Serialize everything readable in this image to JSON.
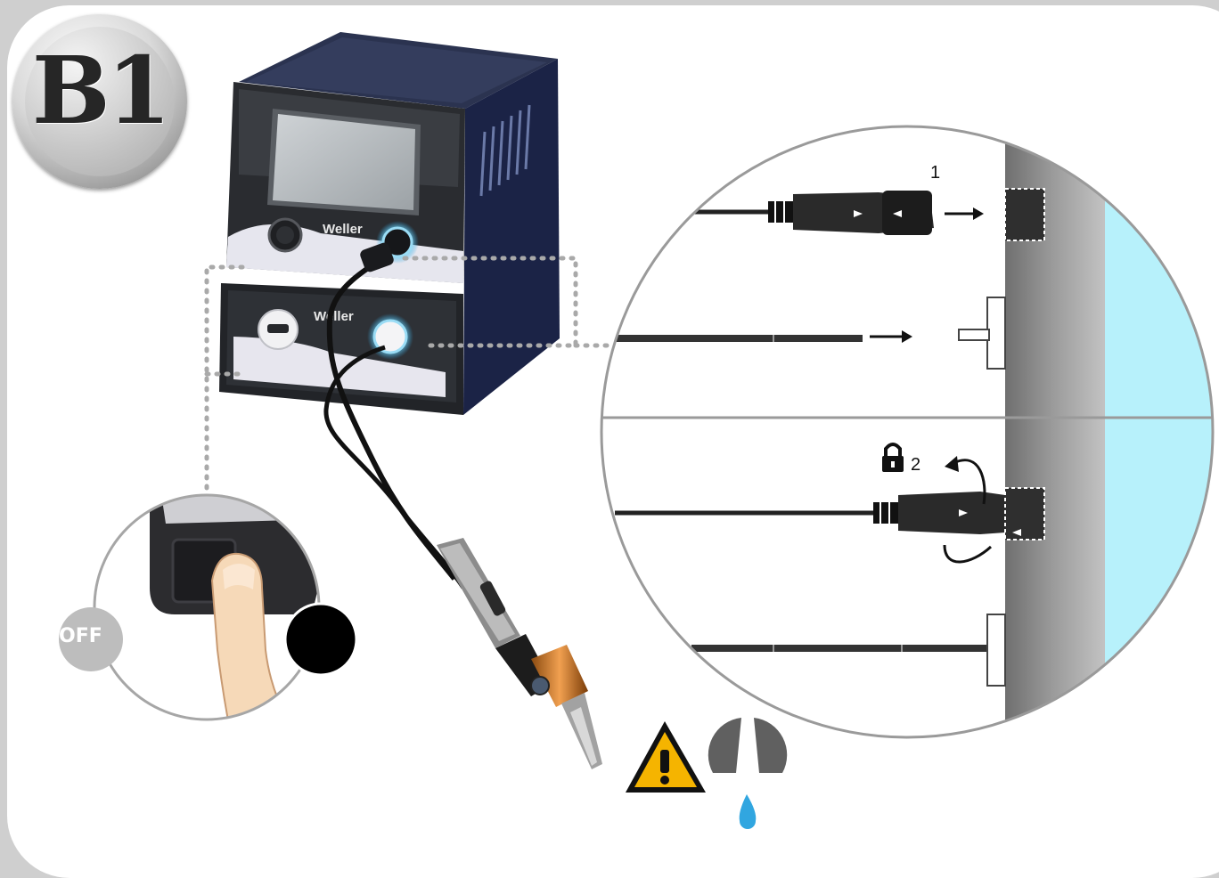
{
  "badge": {
    "label": "B1"
  },
  "station": {
    "brand_top": "Weller",
    "brand_bottom": "Weller"
  },
  "switch_inset": {
    "off_label": "OFF"
  },
  "detail": {
    "step1_label": "1",
    "step2_label": "2",
    "lock_icon": "padlock-icon"
  },
  "icons": {
    "warning": "warning-triangle-icon",
    "nozzle": "nozzle-drop-icon"
  },
  "colors": {
    "warning_yellow": "#f5b400",
    "water_blue": "#31a6e0",
    "panel_cyan": "#b7f1fb",
    "wall_grey": "#8a8a8a",
    "station_navy": "#1b2346"
  }
}
